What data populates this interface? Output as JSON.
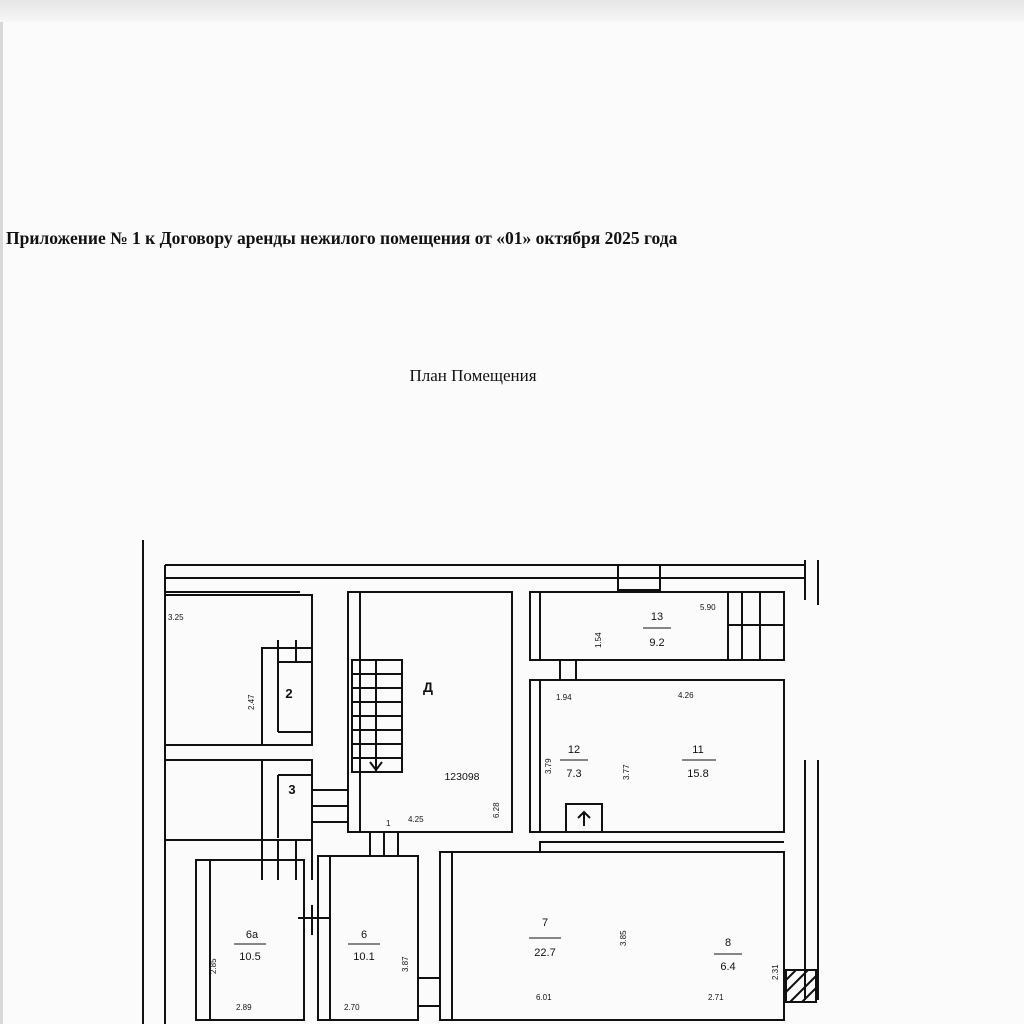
{
  "document": {
    "heading": "Приложение № 1 к Договору аренды нежилого помещения от «01» октября 2025 года",
    "subheading": "План Помещения"
  },
  "plan": {
    "rooms": {
      "r2": {
        "number": "2"
      },
      "r3": {
        "number": "3"
      },
      "d": {
        "number": "Д",
        "code": "123098"
      },
      "r13": {
        "number": "13",
        "area": "9.2"
      },
      "r12": {
        "number": "12",
        "area": "7.3"
      },
      "r11": {
        "number": "11",
        "area": "15.8"
      },
      "r6a": {
        "number": "6а",
        "area": "10.5"
      },
      "r6": {
        "number": "6",
        "area": "10.1"
      },
      "r7": {
        "number": "7",
        "area": "22.7"
      },
      "r8": {
        "number": "8",
        "area": "6.4"
      }
    },
    "dimensions": {
      "d325": "3.25",
      "d247": "2.47",
      "d425": "4.25",
      "d1": "1",
      "d628": "6.28",
      "d154": "1.54",
      "d590": "5.90",
      "d194": "1.94",
      "d426": "4.26",
      "d379": "3.79",
      "d377": "3.77",
      "d285": "2.85",
      "d289": "2.89",
      "d270": "2.70",
      "d287": "3.87",
      "d601": "6.01",
      "d385": "3.85",
      "d271": "2.71",
      "d231": "2.31"
    }
  }
}
